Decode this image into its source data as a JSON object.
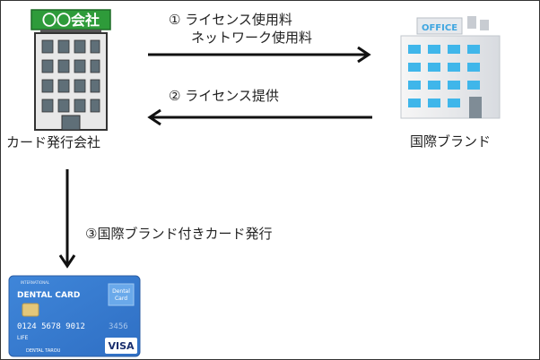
{
  "diagram": {
    "issuer": {
      "sign": "〇〇会社",
      "label": "カード発行会社"
    },
    "brand": {
      "sign": "OFFICE",
      "label": "国際ブランド"
    },
    "flows": {
      "fee_line1": "① ライセンス使用料",
      "fee_line2": "ネットワーク使用料",
      "license": "② ライセンス提供",
      "issue": "③国際ブランド付きカード発行"
    },
    "card": {
      "top_text": "INTERNATIONAL",
      "title": "DENTAL CARD",
      "logo_line1": "Dental",
      "logo_line2": "Card",
      "number": "0124  5678  9012",
      "number_faded": "3456",
      "life": "LIFE",
      "holder": "DENTAL  TAROU",
      "brand_mark": "VISA"
    }
  }
}
